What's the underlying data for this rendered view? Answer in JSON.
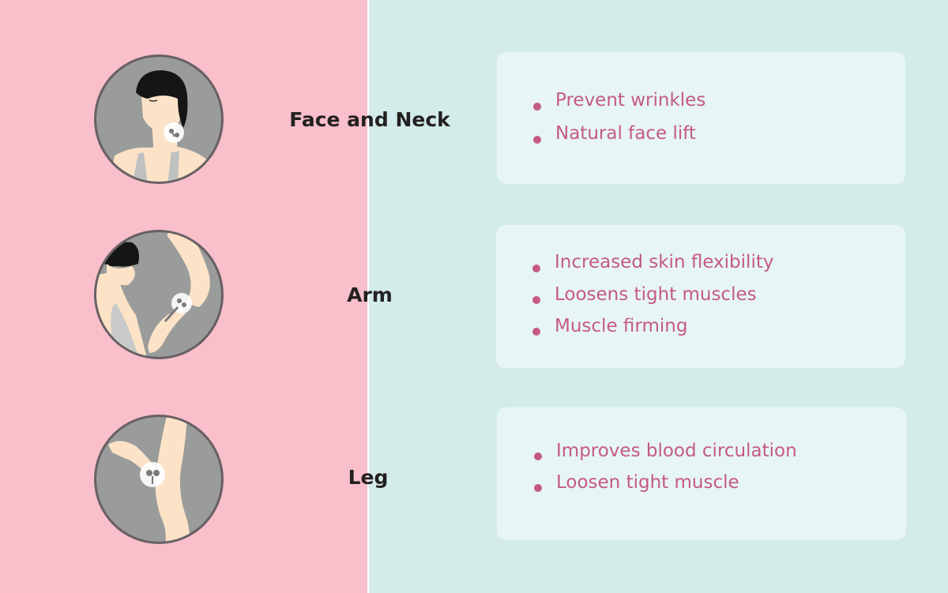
{
  "sections": [
    {
      "label": "Face and Neck",
      "icon": "face-massage-icon",
      "benefits": [
        "Prevent wrinkles",
        "Natural face lift"
      ]
    },
    {
      "label": "Arm",
      "icon": "arm-massage-icon",
      "benefits": [
        "Increased skin flexibility",
        "Loosens tight muscles",
        "Muscle firming"
      ]
    },
    {
      "label": "Leg",
      "icon": "leg-massage-icon",
      "benefits": [
        "Improves blood circulation",
        "Loosen tight muscle"
      ]
    }
  ],
  "colors": {
    "left_background": "#f9bfcb",
    "right_background": "#d3ecea",
    "card_background": "#e7f5f5",
    "bullet_text": "#c45a84",
    "label_text": "#232020",
    "circle_border": "#686164",
    "circle_fill": "#9a9c9b",
    "skin": "#fce3c7"
  }
}
